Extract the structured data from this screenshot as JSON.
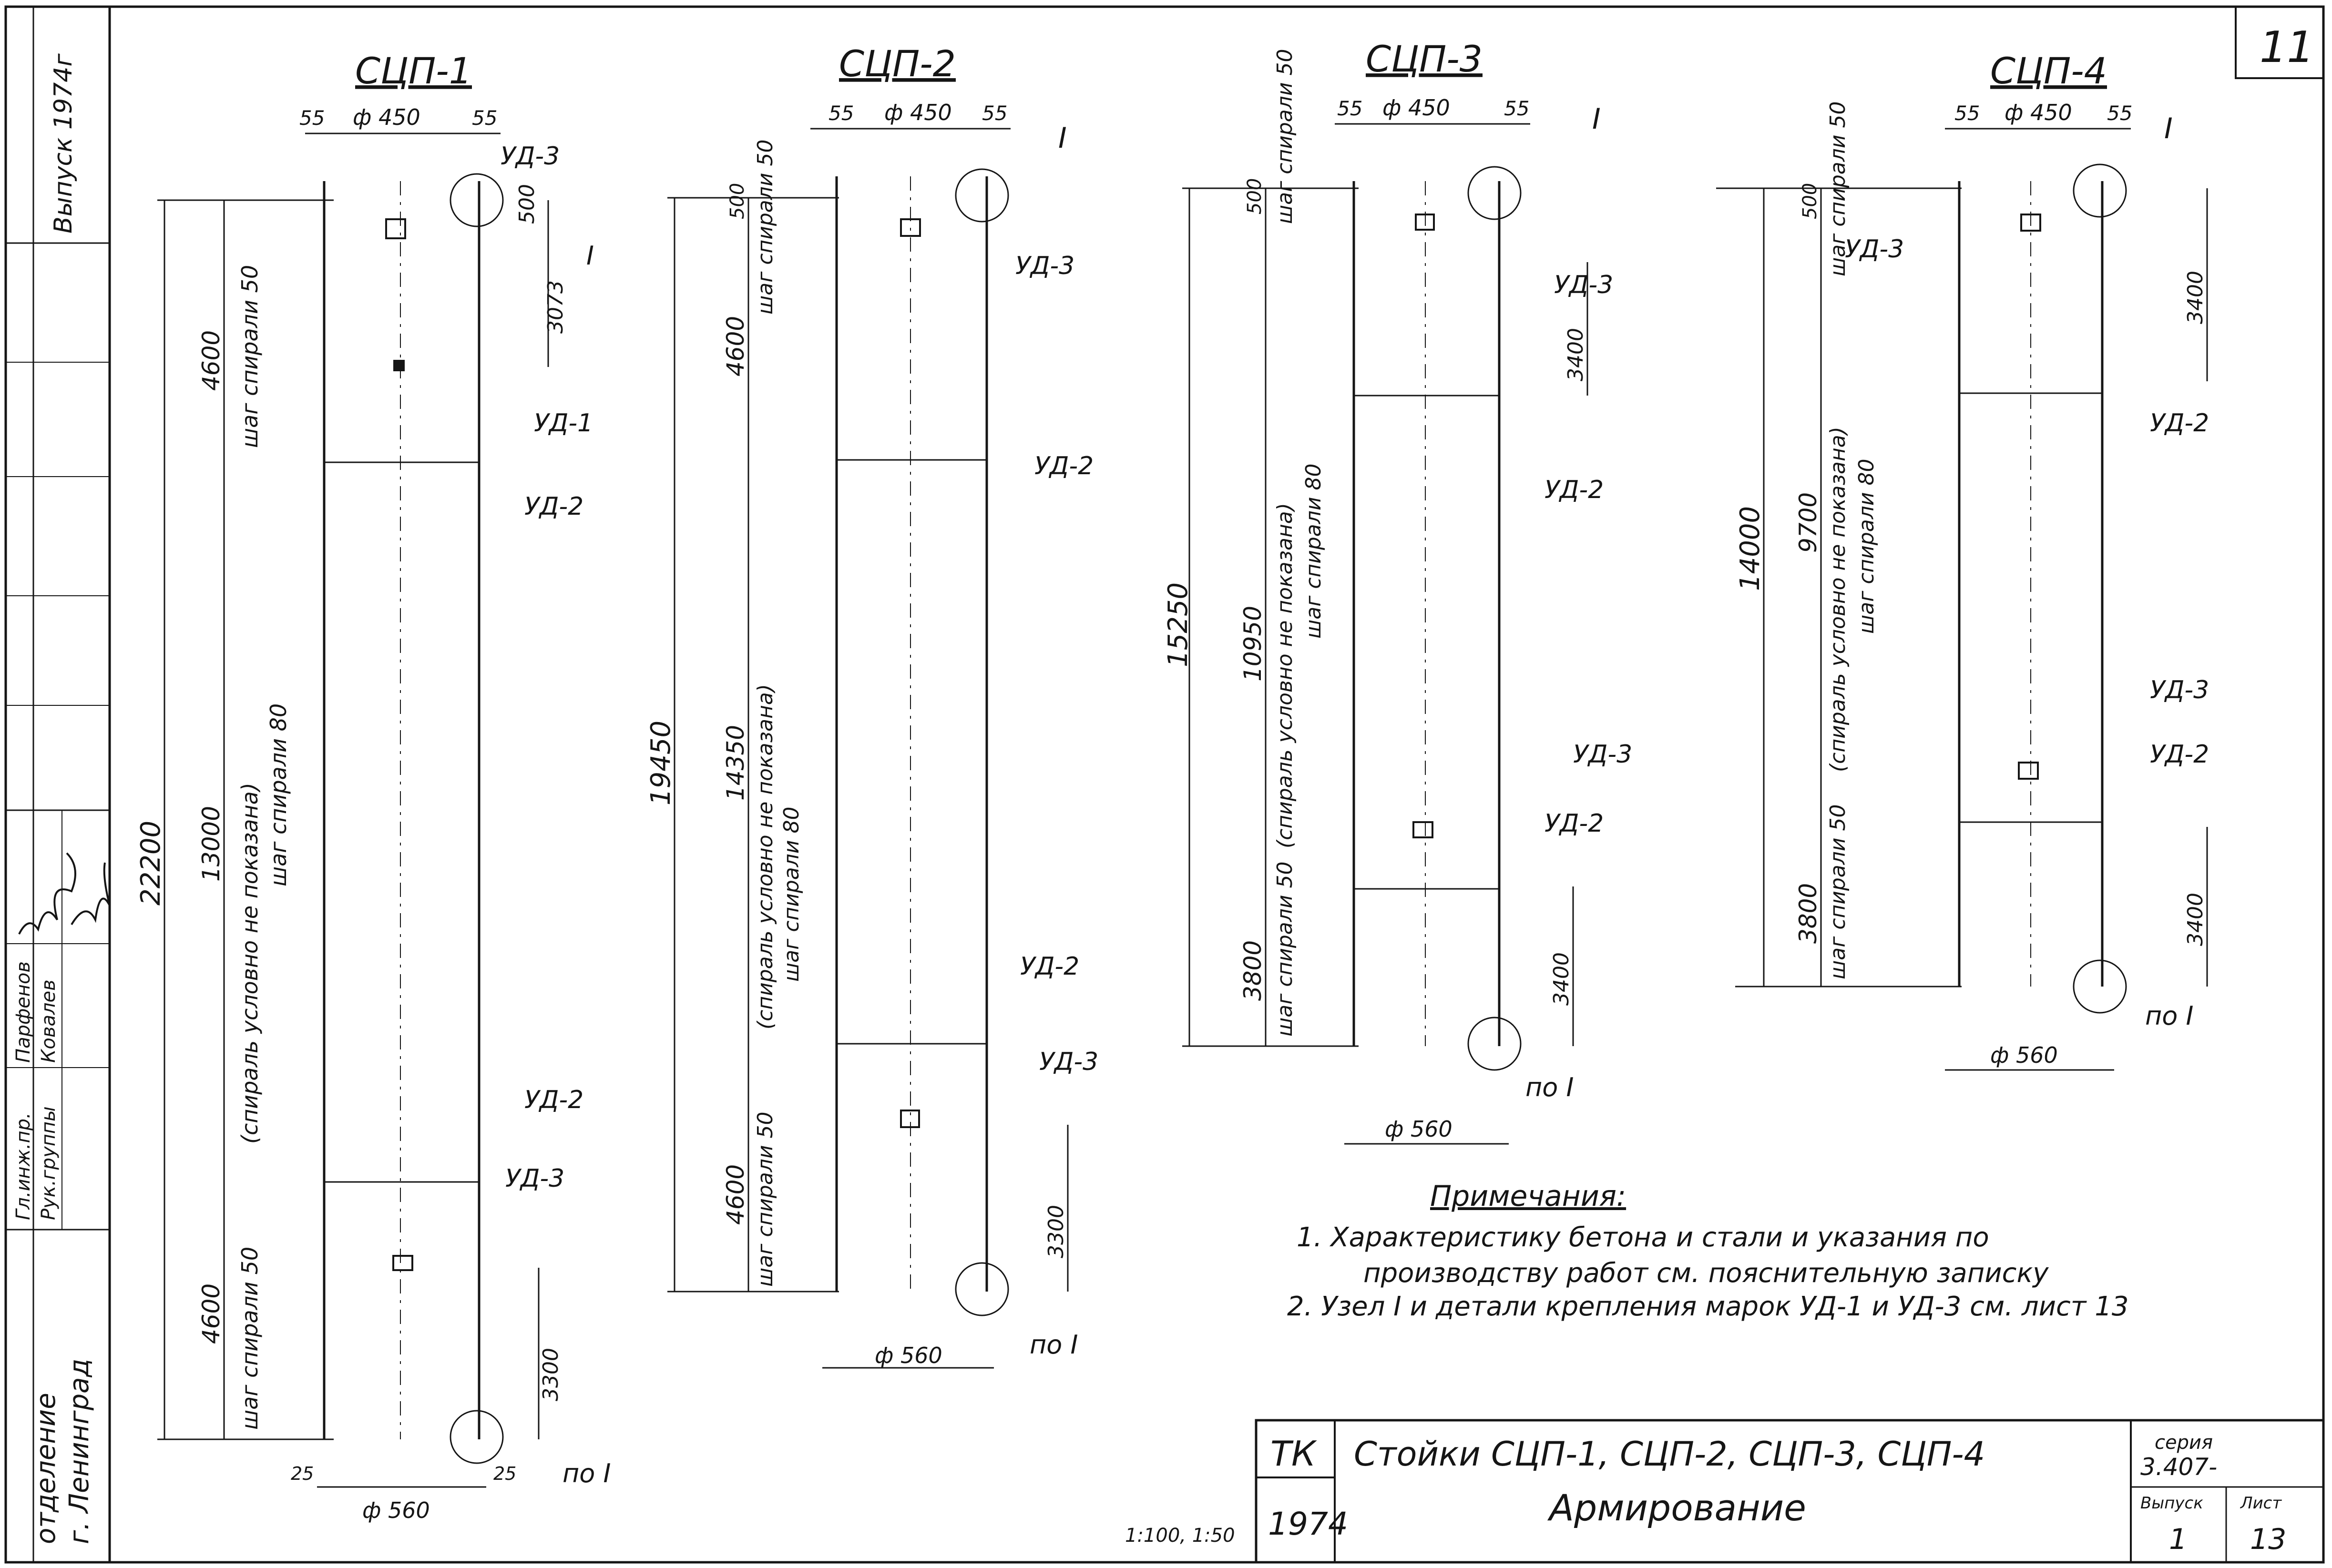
{
  "sheet": {
    "page_number": "11",
    "left_strip": {
      "issue": "Выпуск 1974г",
      "roles": [
        "Гл.инж.пр.",
        "Рук.группы"
      ],
      "names": [
        "Парфенов",
        "Ковалев"
      ],
      "office": "отделение",
      "city": "г. Ленинград"
    }
  },
  "drawings": {
    "sc1": {
      "title": "СЦП-1",
      "top_dims": [
        "55",
        "ф 450",
        "55"
      ],
      "overall": "22200",
      "zones": [
        "4600",
        "13000",
        "4600"
      ],
      "notes": [
        "шаг спирали 50",
        "(спираль условно не показана)",
        "шаг спирали 80",
        "шаг спирали 50"
      ],
      "side_dims": [
        "500",
        "3073",
        "3300"
      ],
      "parts": [
        "УД-3",
        "I",
        "УД-1",
        "УД-2",
        "УД-2",
        "УД-3",
        "по I"
      ],
      "bottom_dims": [
        "25",
        "25",
        "ф 560"
      ]
    },
    "sc2": {
      "title": "СЦП-2",
      "top_dims": [
        "55",
        "ф 450",
        "55"
      ],
      "overall": "19450",
      "zones": [
        "500",
        "4600",
        "14350",
        "4600"
      ],
      "notes": [
        "шаг спирали 50",
        "(спираль условно не показана)",
        "шаг спирали 80",
        "шаг спирали 50"
      ],
      "side_dims": [
        "3300"
      ],
      "parts": [
        "I",
        "УД-3",
        "УД-2",
        "УД-2",
        "УД-3",
        "по I"
      ],
      "bottom_dims": [
        "ф 560"
      ]
    },
    "sc3": {
      "title": "СЦП-3",
      "top_dims": [
        "55",
        "ф 450",
        "55"
      ],
      "overall": "15250",
      "zones": [
        "500",
        "10950",
        "3800"
      ],
      "notes": [
        "шаг спирали 50",
        "(спираль условно не показана)",
        "шаг спирали 80",
        "шаг спирали 50"
      ],
      "side_dims": [
        "3400",
        "3400"
      ],
      "parts": [
        "I",
        "УД-3",
        "УД-2",
        "УД-3",
        "УД-2",
        "по I"
      ],
      "bottom_dims": [
        "ф 560"
      ]
    },
    "sc4": {
      "title": "СЦП-4",
      "top_dims": [
        "55",
        "ф 450",
        "55"
      ],
      "overall": "14000",
      "zones": [
        "500",
        "9700",
        "3800"
      ],
      "notes": [
        "шаг спирали 50",
        "(спираль условно не показана)",
        "шаг спирали 80",
        "шаг спирали 50"
      ],
      "side_dims": [
        "3400",
        "3400"
      ],
      "parts": [
        "I",
        "УД-3",
        "УД-2",
        "УД-3",
        "УД-2",
        "по I"
      ],
      "bottom_dims": [
        "ф 560"
      ]
    }
  },
  "notes": {
    "heading": "Примечания:",
    "lines": [
      "1. Характеристику бетона и стали и указания по",
      "производству работ см. пояснительную записку",
      "2. Узел I и детали крепления марок УД-1 и УД-3 см. лист 13"
    ]
  },
  "title_block": {
    "org": "ТК",
    "year": "1974",
    "scale": "1:100, 1:50",
    "title_line1": "Стойки СЦП-1, СЦП-2, СЦП-3, СЦП-4",
    "title_line2": "Армирование",
    "series_label": "серия",
    "series_value": "3.407-",
    "issue_label": "Выпуск",
    "sheet_label": "Лист",
    "issue_value": "1",
    "sheet_value": "13"
  }
}
